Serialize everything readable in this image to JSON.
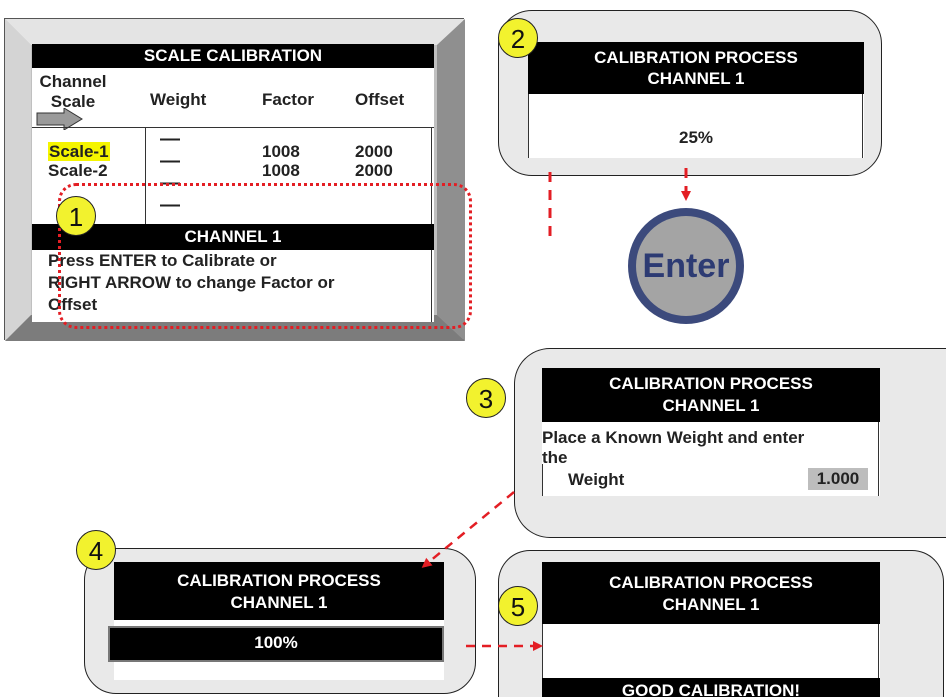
{
  "panel1": {
    "title": "SCALE CALIBRATION",
    "columns": [
      "Channel Scale",
      "Weight",
      "Factor",
      "Offset"
    ],
    "rows": [
      {
        "scale": "Scale-1",
        "weight": "—",
        "factor": "1008",
        "offset": "2000"
      },
      {
        "scale": "Scale-2",
        "weight": "—",
        "factor": "1008",
        "offset": "2000"
      }
    ],
    "extra_weights": [
      "—",
      "—"
    ],
    "popup_title": "CHANNEL 1",
    "popup_lines": [
      "Press ENTER to Calibrate or",
      "RIGHT ARROW to change Factor or",
      "Offset"
    ]
  },
  "badges": [
    "1",
    "2",
    "3",
    "4",
    "5"
  ],
  "panel2": {
    "title_line1": "CALIBRATION PROCESS",
    "title_line2": "CHANNEL 1",
    "progress": "25%"
  },
  "enter_button": {
    "label": "Enter"
  },
  "panel3": {
    "title_line1": "CALIBRATION PROCESS",
    "title_line2": "CHANNEL 1",
    "message_line1": "Place a Known Weight and enter",
    "message_line2": "the",
    "weight_label": "Weight",
    "weight_value": "1.000"
  },
  "panel4": {
    "title_line1": "CALIBRATION PROCESS",
    "title_line2": "CHANNEL 1",
    "progress": "100%"
  },
  "panel5": {
    "title_line1": "CALIBRATION PROCESS",
    "title_line2": "CHANNEL 1",
    "status": "GOOD CALIBRATION!"
  },
  "colors": {
    "badge": "#f2f22e",
    "highlight": "#f5f500",
    "arrow": "#e31e24",
    "enter_ring": "#3c4a7c",
    "enter_text": "#2d3b73"
  }
}
